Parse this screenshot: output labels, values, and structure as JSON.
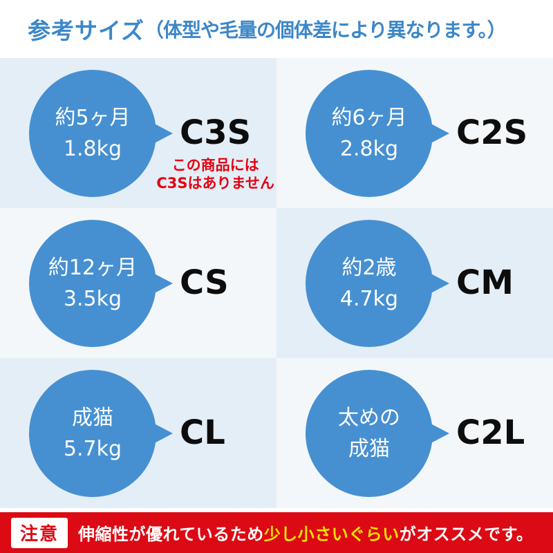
{
  "header": {
    "title": "参考サイズ",
    "subtitle": "（体型や毛量の個体差により異なります。）"
  },
  "sizes": [
    {
      "line1": "約5ヶ月",
      "line2": "1.8kg",
      "label": "C3S",
      "note1": "この商品には",
      "note2": "C3Sはありません"
    },
    {
      "line1": "約6ヶ月",
      "line2": "2.8kg",
      "label": "C2S"
    },
    {
      "line1": "約12ヶ月",
      "line2": "3.5kg",
      "label": "CS"
    },
    {
      "line1": "約2歳",
      "line2": "4.7kg",
      "label": "CM"
    },
    {
      "line1": "成猫",
      "line2": "5.7kg",
      "label": "CL"
    },
    {
      "line1": "太めの",
      "line2": "成猫",
      "label": "C2L"
    }
  ],
  "notice": {
    "badge": "注意",
    "before": "伸縮性が優れているため",
    "highlight": "少し小さいぐらい",
    "after": "がオススメです。"
  },
  "colors": {
    "bubble_blue": "#4690d2",
    "header_text_blue": "#3c87c9",
    "cell_tint_blue": "#e4eef6",
    "cell_tint_white": "#f3f7fa",
    "banner_red": "#dc0a14",
    "note_red": "#e60012",
    "highlight_yellow": "#f7e100",
    "label_black": "#0d0d0d"
  }
}
